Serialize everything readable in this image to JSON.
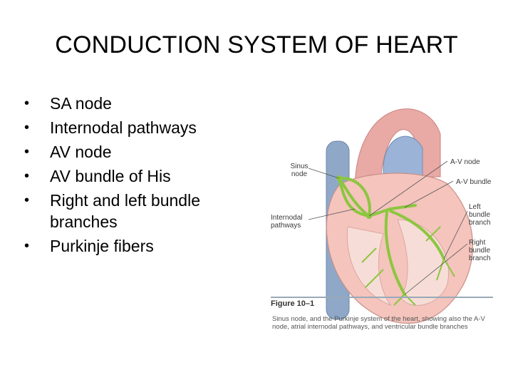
{
  "title": "CONDUCTION SYSTEM OF HEART",
  "bullets": [
    "SA node",
    "Internodal pathways",
    "AV node",
    "AV bundle of His",
    "Right and left bundle branches",
    "Purkinje fibers"
  ],
  "figure": {
    "labels": {
      "sinus_node": "Sinus node",
      "internodal_pathways": "Internodal pathways",
      "av_node": "A-V node",
      "av_bundle": "A-V bundle",
      "left_bundle_branch": "Left bundle branch",
      "right_bundle_branch": "Right bundle branch"
    },
    "caption_title": "Figure 10–1",
    "caption_text": "Sinus node, and the Purkinje system of the heart, showing also the A-V node, atrial internodal pathways, and ventricular bundle branches"
  },
  "colors": {
    "conduction": "#8cc63f",
    "heart": "#f1b8b0",
    "vessel": "#8fa8c8"
  }
}
